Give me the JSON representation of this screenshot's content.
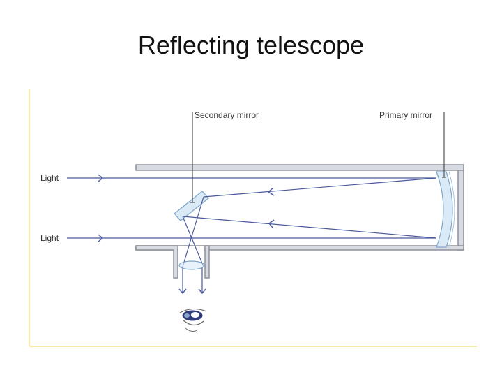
{
  "slide": {
    "title": "Reflecting telescope"
  },
  "diagram": {
    "labels": {
      "secondary_mirror": "Secondary mirror",
      "primary_mirror": "Primary mirror",
      "light_top": "Light",
      "light_bottom": "Light"
    },
    "colors": {
      "frame": "#f3e58a",
      "tube_fill": "#d8dbe2",
      "tube_stroke": "#8d909a",
      "ray": "#4a5a9c",
      "mirror_fill": "#dbeaf7",
      "mirror_stroke": "#7fa6c8"
    }
  }
}
